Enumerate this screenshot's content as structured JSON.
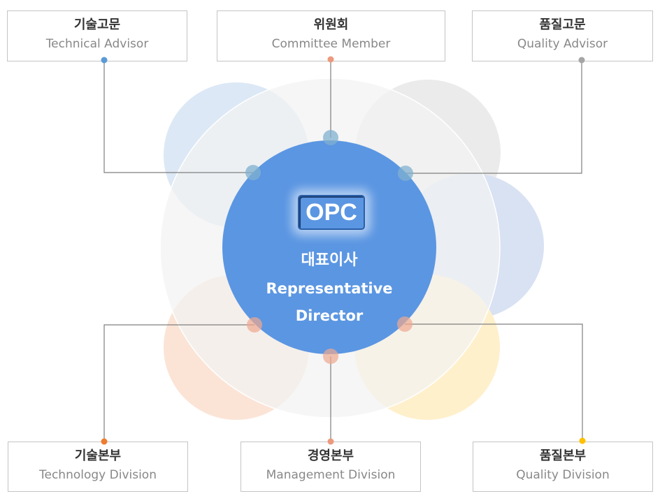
{
  "center": {
    "logo_text": "OPC",
    "title_ko": "대표이사",
    "title_en_line1": "Representative",
    "title_en_line2": "Director",
    "fill_color": "#5b96e2"
  },
  "top_nodes": [
    {
      "ko": "기술고문",
      "en": "Technical Advisor",
      "dot_color": "#5b9bd5"
    },
    {
      "ko": "위원회",
      "en": "Committee Member",
      "dot_color": "#ec9a7e"
    },
    {
      "ko": "품질고문",
      "en": "Quality Advisor",
      "dot_color": "#a5a5a5"
    }
  ],
  "bottom_nodes": [
    {
      "ko": "기술본부",
      "en": "Technology Division",
      "dot_color": "#ed7d31"
    },
    {
      "ko": "경영본부",
      "en": "Management Division",
      "dot_color": "#ec9a7e"
    },
    {
      "ko": "품질본부",
      "en": "Quality Division",
      "dot_color": "#ffc000"
    }
  ],
  "petal_colors": {
    "top_left": "#dce8f5",
    "top_right": "#ebebeb",
    "right": "#d8e2f3",
    "bottom_left": "#fbe4d6",
    "bottom_right": "#fff0cc",
    "outer_ring": "#f2f2f2"
  },
  "connector_color": "#7f7f7f"
}
